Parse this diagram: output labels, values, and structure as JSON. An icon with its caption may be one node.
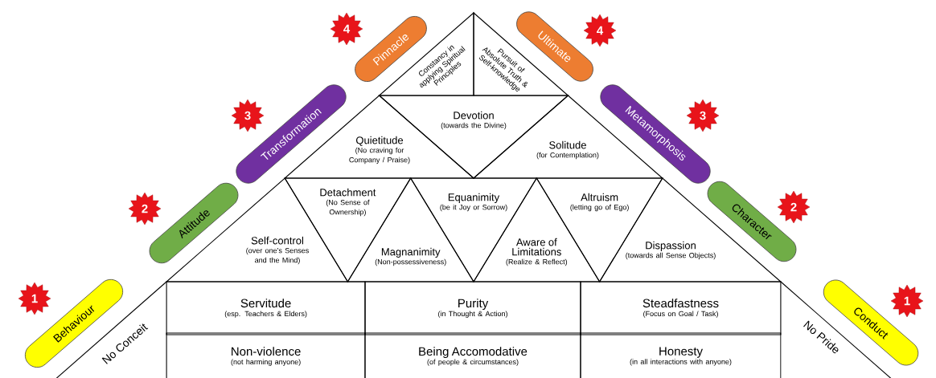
{
  "diagram": {
    "nodes": [
      {
        "text": [
          "4"
        ]
      },
      {
        "text": [
          "Pinnacle"
        ]
      },
      {
        "text": [
          "Constancy in applying Spiritual Principles"
        ]
      },
      {
        "text": [
          "Pursuit of Absolute Truth & Self-knowledge"
        ]
      },
      {
        "text": [
          "Ultimate"
        ]
      },
      {
        "text": [
          "4"
        ]
      },
      {
        "text": [
          "3"
        ]
      },
      {
        "text": [
          "Transformation"
        ]
      },
      {
        "text": [
          "Quietitude",
          "(No craving for Company / Praise)"
        ]
      },
      {
        "text": [
          "Devotion",
          "(towards the Divine)"
        ]
      },
      {
        "text": [
          "Solitude",
          "(for Contemplation)"
        ]
      },
      {
        "text": [
          "Metamorphosis"
        ]
      },
      {
        "text": [
          "3"
        ]
      },
      {
        "text": [
          "2"
        ]
      },
      {
        "text": [
          "Attitude"
        ]
      },
      {
        "text": [
          "Self-control",
          "(over one’s Senses and the Mind)"
        ]
      },
      {
        "text": [
          "Detachment",
          "(No Sense of Ownership)"
        ]
      },
      {
        "text": [
          "Magnanimity",
          "(Non-possessiveness)"
        ]
      },
      {
        "text": [
          "Equanimity",
          "(be it Joy or Sorrow)"
        ]
      },
      {
        "text": [
          "Aware of Limitations",
          "(Realize & Reflect)"
        ]
      },
      {
        "text": [
          "Altruism",
          "(letting go of Ego)"
        ]
      },
      {
        "text": [
          "Dispassion",
          "(towards all Sense Objects)"
        ]
      },
      {
        "text": [
          "Character"
        ]
      },
      {
        "text": [
          "2"
        ]
      },
      {
        "text": [
          "1"
        ]
      },
      {
        "text": [
          "Behaviour"
        ]
      },
      {
        "text": [
          "Servitude",
          "(esp. Teachers & Elders)"
        ]
      },
      {
        "text": [
          "Purity",
          "(in Thought & Action)"
        ]
      },
      {
        "text": [
          "Steadfastness",
          "(Focus on Goal / Task)"
        ]
      },
      {
        "text": [
          "Conduct"
        ]
      },
      {
        "text": [
          "1"
        ]
      },
      {
        "text": [
          "Non-violence",
          "(not harming anyone)"
        ]
      },
      {
        "text": [
          "Being Accomodative",
          "(of people & circumstances)"
        ]
      },
      {
        "text": [
          "Honesty",
          "(in all interactions with anyone)"
        ]
      }
    ],
    "labels": [
      "No Conceit",
      "No Pride"
    ]
  }
}
